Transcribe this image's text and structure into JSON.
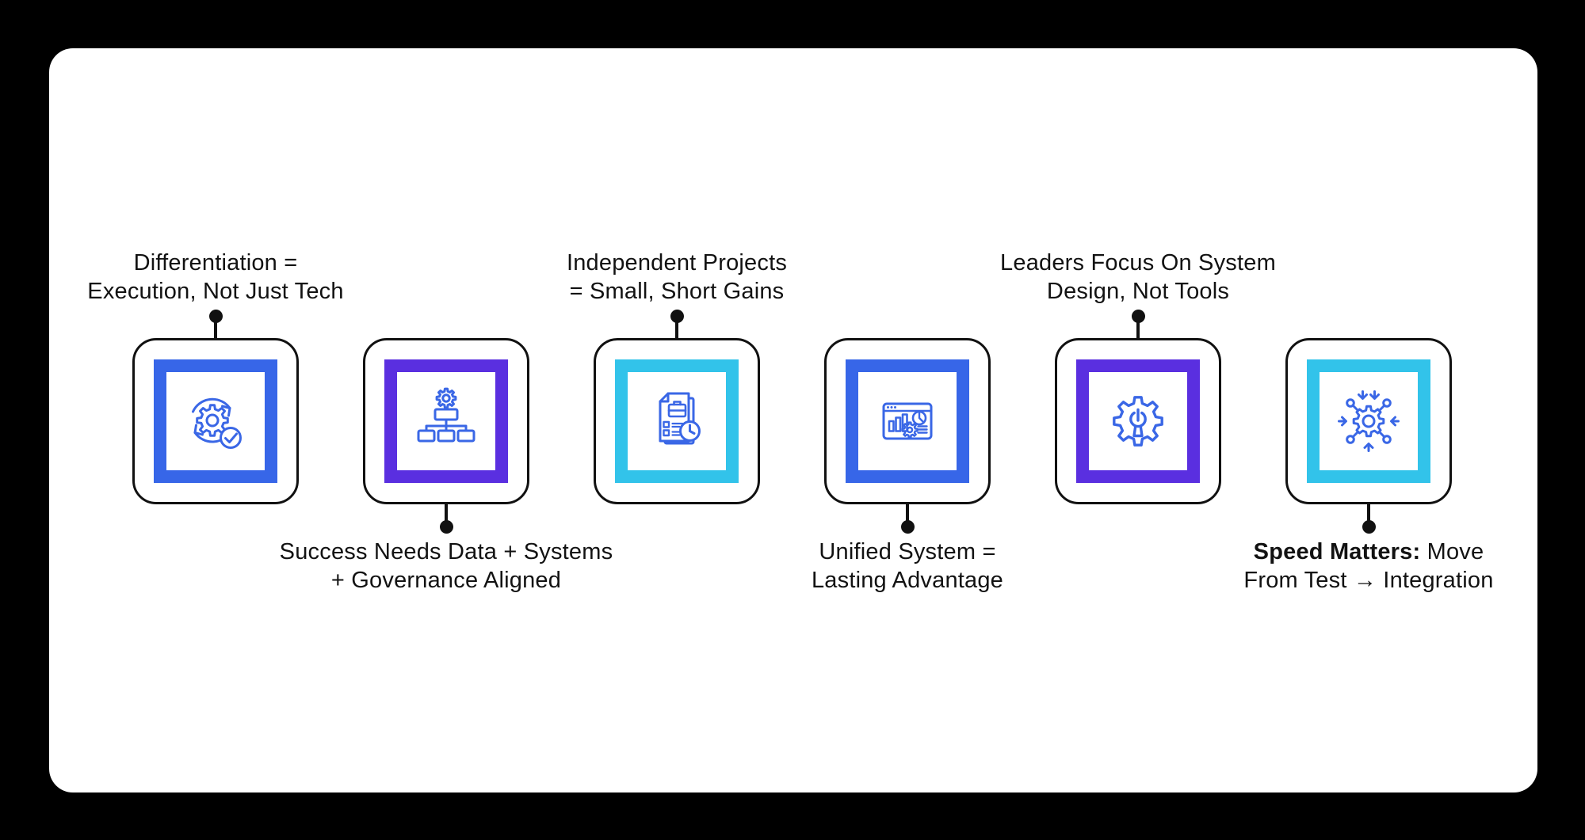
{
  "page": {
    "background": "#000000"
  },
  "card": {
    "background": "#ffffff"
  },
  "colors": {
    "icon_stroke": "#3A67E6",
    "connector": "#111111",
    "text": "#121212",
    "frame_blue": "#3766E8",
    "frame_purple": "#5A2FE0",
    "frame_cyan": "#32C3EA"
  },
  "items": [
    {
      "id": "differentiation",
      "icon": "cycle-gear-check-icon",
      "frame_color": "#3766E8",
      "label_position": "above",
      "label_lines": [
        [
          {
            "text": "Differentiation =",
            "bold": false
          }
        ],
        [
          {
            "text": "Execution, Not Just Tech",
            "bold": false
          }
        ]
      ]
    },
    {
      "id": "success-alignment",
      "icon": "hierarchy-gear-icon",
      "frame_color": "#5A2FE0",
      "label_position": "below",
      "label_lines": [
        [
          {
            "text": "Success Needs Data + Systems",
            "bold": false
          }
        ],
        [
          {
            "text": "+ Governance Aligned",
            "bold": false
          }
        ]
      ]
    },
    {
      "id": "independent-projects",
      "icon": "project-document-clock-icon",
      "frame_color": "#32C3EA",
      "label_position": "above",
      "label_lines": [
        [
          {
            "text": "Independent Projects",
            "bold": false
          }
        ],
        [
          {
            "text": "= Small, Short Gains",
            "bold": false
          }
        ]
      ]
    },
    {
      "id": "unified-system",
      "icon": "dashboard-window-icon",
      "frame_color": "#3766E8",
      "label_position": "below",
      "label_lines": [
        [
          {
            "text": "Unified System =",
            "bold": false
          }
        ],
        [
          {
            "text": "Lasting Advantage",
            "bold": false
          }
        ]
      ]
    },
    {
      "id": "leaders-system-design",
      "icon": "gear-wrench-icon",
      "frame_color": "#5A2FE0",
      "label_position": "above",
      "label_lines": [
        [
          {
            "text": "Leaders Focus On System",
            "bold": false
          }
        ],
        [
          {
            "text": "Design, Not Tools",
            "bold": false
          }
        ]
      ]
    },
    {
      "id": "speed-matters",
      "icon": "integration-hub-icon",
      "frame_color": "#32C3EA",
      "label_position": "below",
      "label_lines": [
        [
          {
            "text": "Speed Matters:",
            "bold": true
          },
          {
            "text": " Move",
            "bold": false
          }
        ],
        [
          {
            "text": "From Test → Integration",
            "bold": false
          }
        ]
      ]
    }
  ]
}
